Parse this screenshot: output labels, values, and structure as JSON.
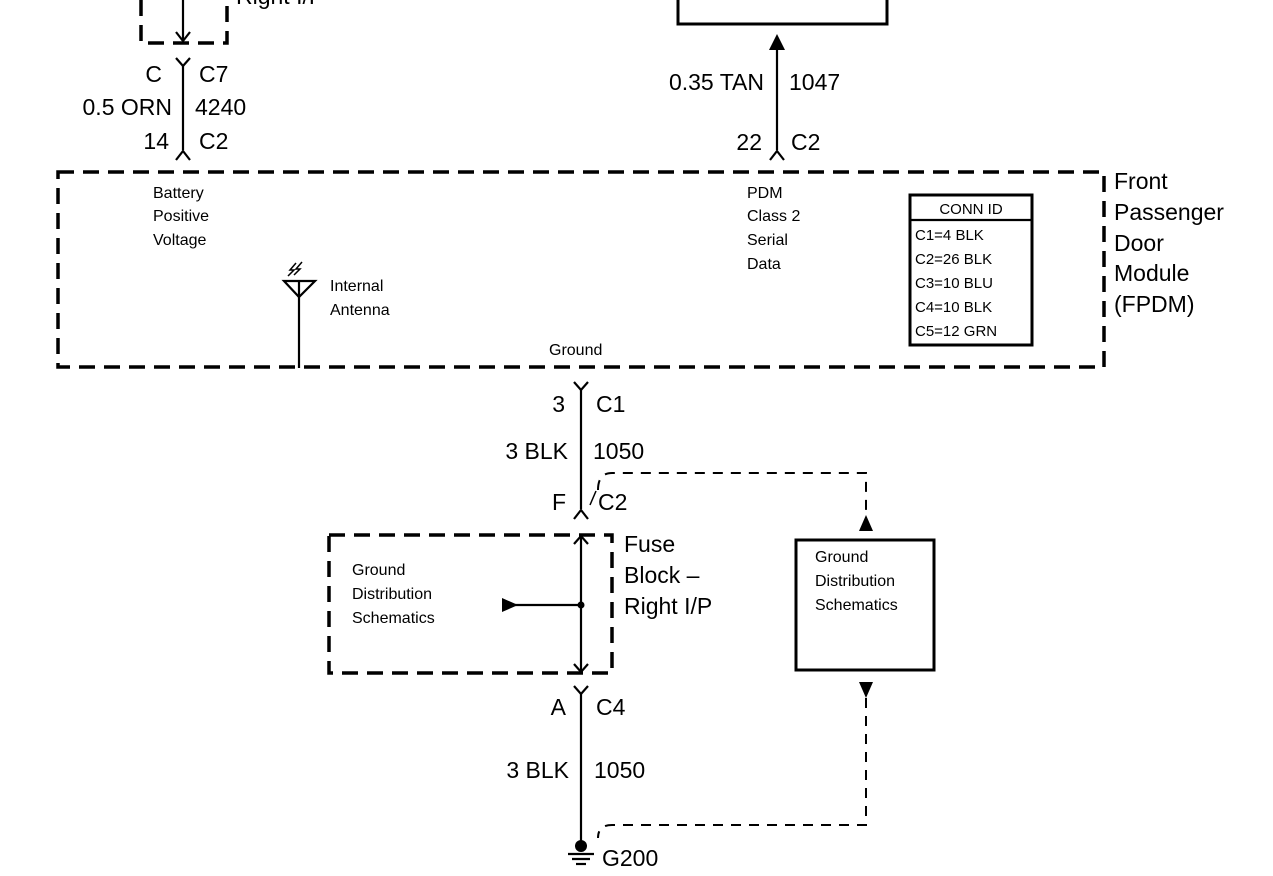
{
  "top_left": {
    "upper_label": "Right I/P",
    "conn_left": "C",
    "conn_right": "C7",
    "wire_gauge_color": "0.5 ORN",
    "circuit": "4240",
    "pin_bottom": "14",
    "conn_bottom": "C2"
  },
  "top_right": {
    "wire_gauge_color": "0.35 TAN",
    "circuit": "1047",
    "pin": "22",
    "conn": "C2"
  },
  "module": {
    "name_lines": [
      "Front",
      "Passenger",
      "Door",
      "Module",
      "(FPDM)"
    ],
    "battery_lines": [
      "Battery",
      "Positive",
      "Voltage"
    ],
    "antenna_lines": [
      "Internal",
      "Antenna"
    ],
    "serial_lines": [
      "PDM",
      "Class 2",
      "Serial",
      "Data"
    ],
    "ground_label": "Ground",
    "conn_id": {
      "header": "CONN ID",
      "rows": [
        "C1=4 BLK",
        "C2=26 BLK",
        "C3=10 BLU",
        "C4=10 BLK",
        "C5=12 GRN"
      ]
    }
  },
  "ground_wire": {
    "pin_c1": "3",
    "conn_c1": "C1",
    "wire_gauge_color": "3 BLK",
    "circuit": "1050",
    "pin_f": "F",
    "conn_c2": "C2"
  },
  "fuse_block": {
    "name_lines": [
      "Fuse",
      "Block –",
      "Right I/P"
    ],
    "ref_lines": [
      "Ground",
      "Distribution",
      "Schematics"
    ]
  },
  "lower_wire": {
    "pin_a": "A",
    "conn_c4": "C4",
    "wire_gauge_color": "3 BLK",
    "circuit": "1050",
    "ground_id": "G200"
  },
  "ground_ref_box": {
    "lines": [
      "Ground",
      "Distribution",
      "Schematics"
    ]
  }
}
